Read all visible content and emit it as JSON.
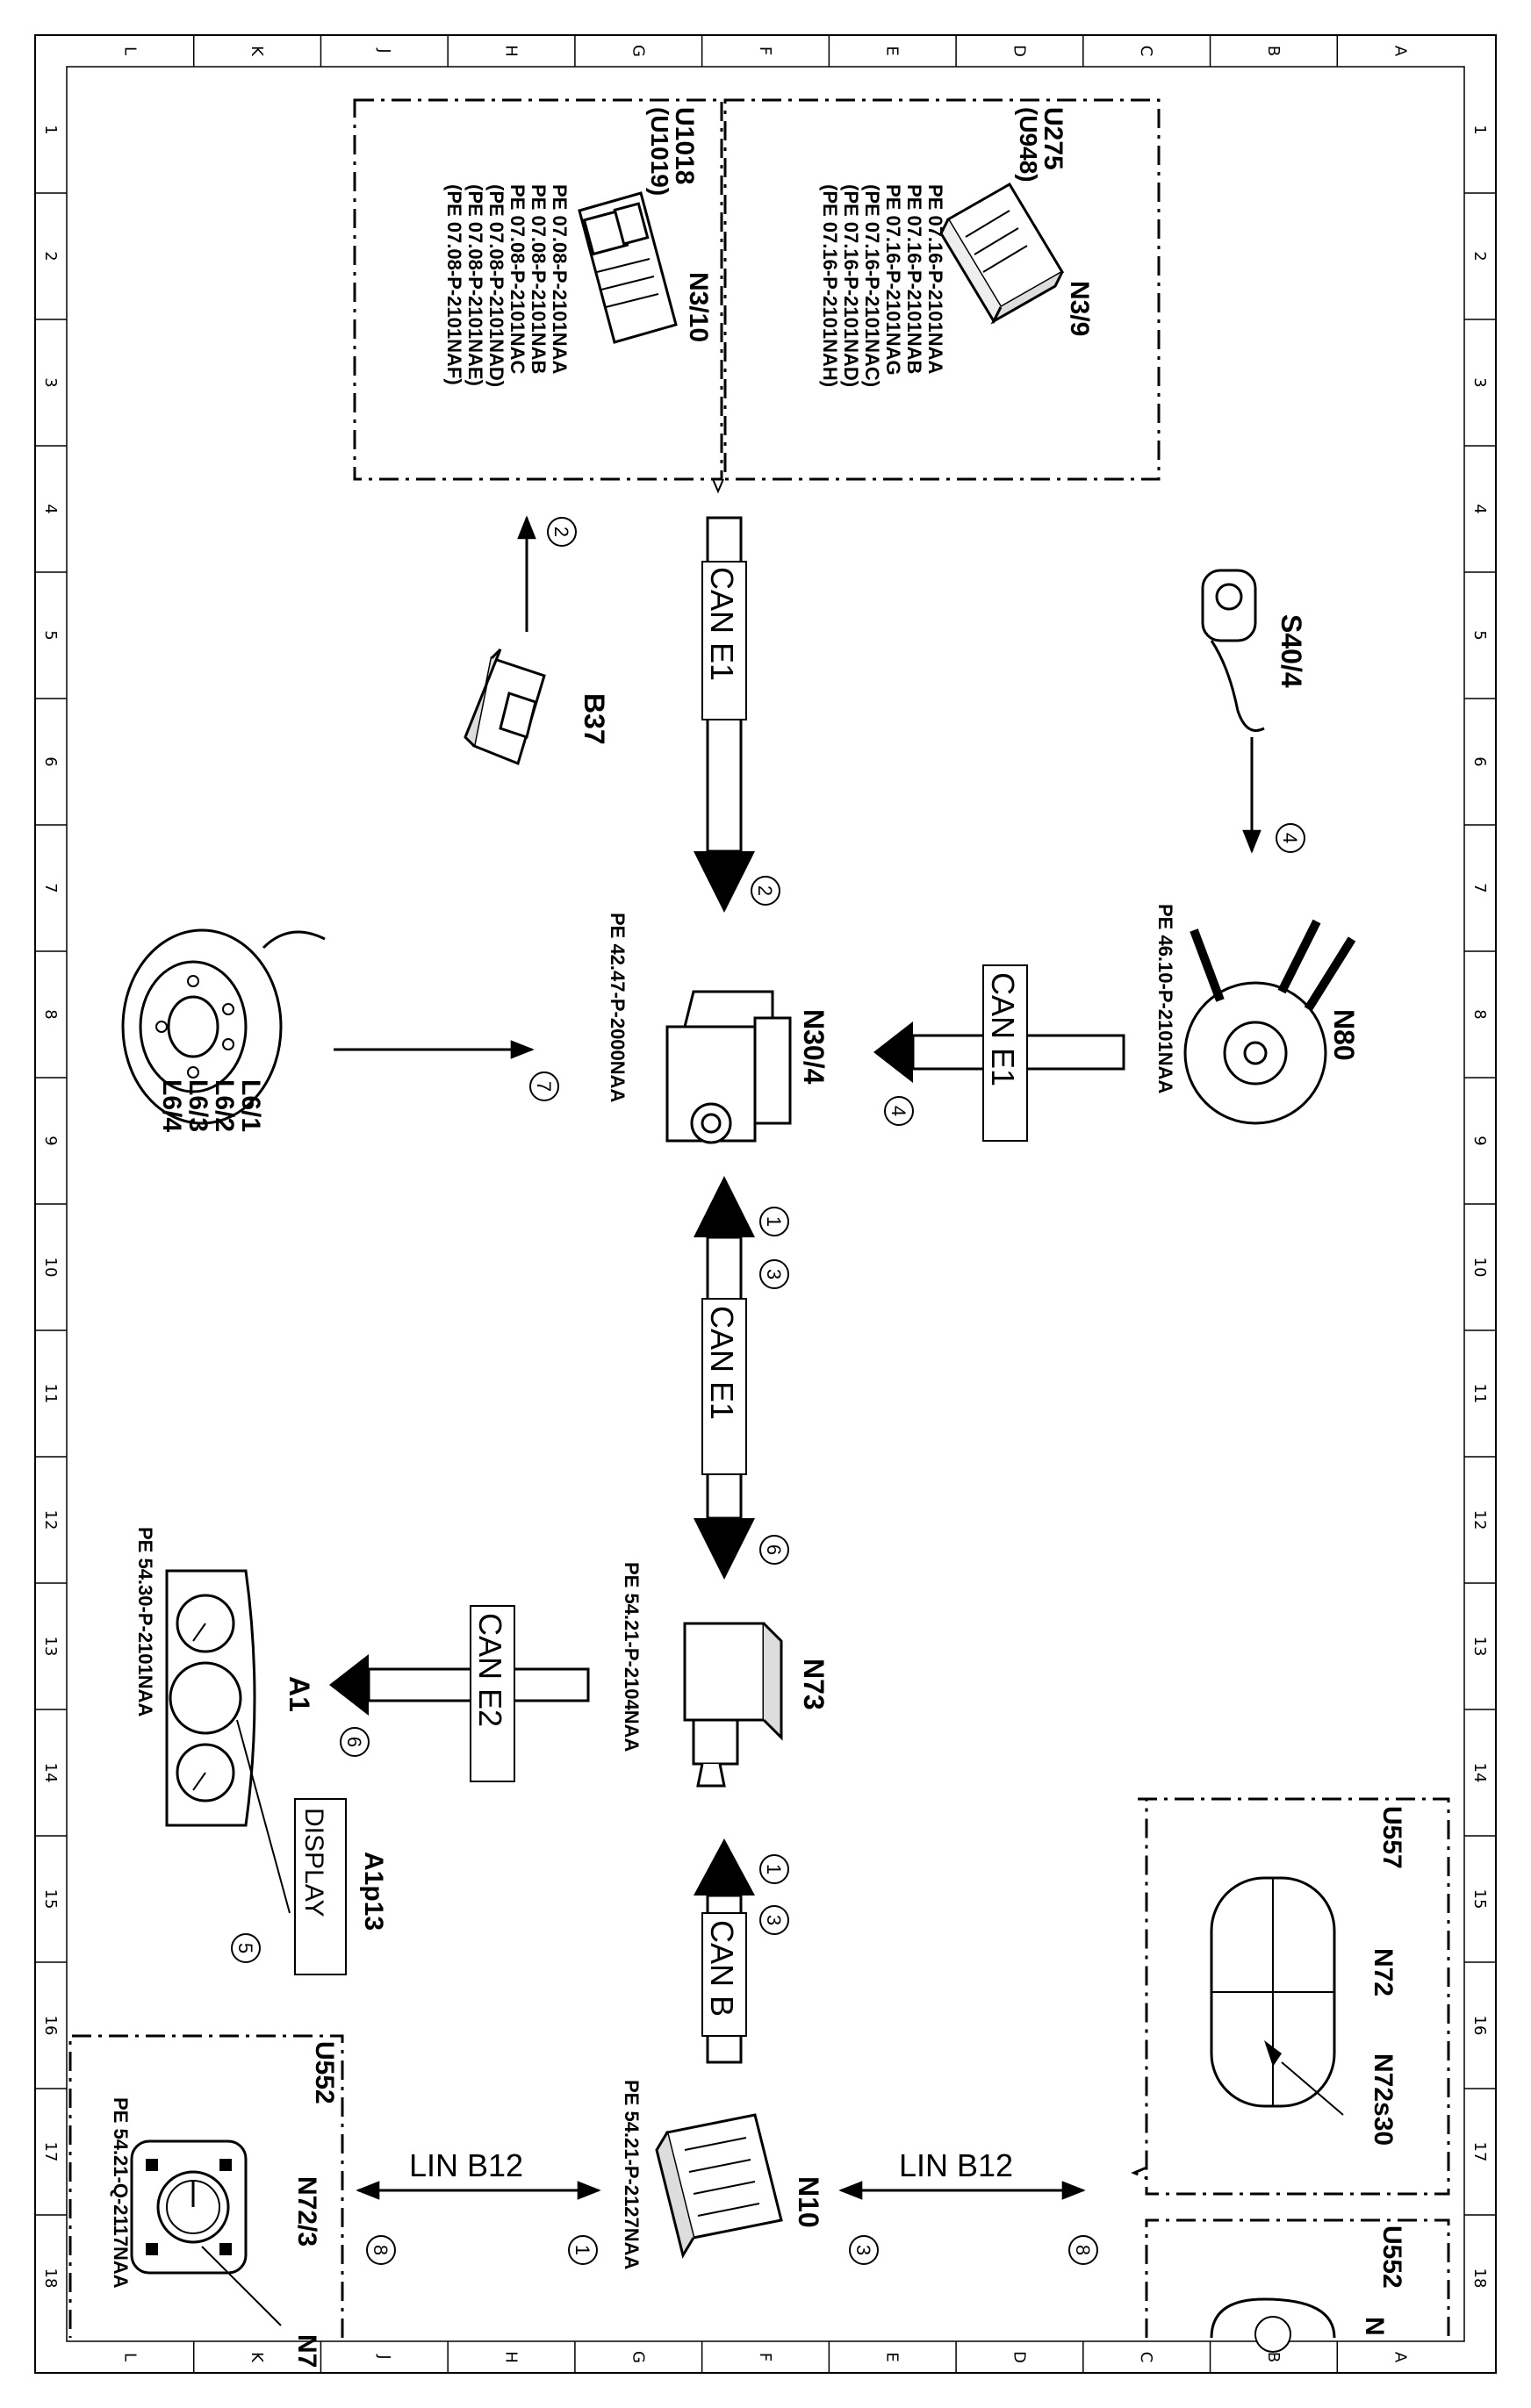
{
  "grid": {
    "columns": [
      "L",
      "K",
      "J",
      "H",
      "G",
      "F",
      "E",
      "D",
      "C",
      "B",
      "A"
    ],
    "rows": [
      "1",
      "2",
      "3",
      "4",
      "5",
      "6",
      "7",
      "8",
      "9",
      "10",
      "11",
      "12",
      "13",
      "14",
      "15",
      "16",
      "17",
      "18"
    ]
  },
  "groups": {
    "u275": {
      "title": "U275",
      "alt": "(U948)",
      "component": "N3/9",
      "refs": [
        "PE 07.16-P-2101NAA",
        "PE 07.16-P-2101NAB",
        "PE 07.16-P-2101NAG",
        "(PE 07.16-P-2101NAC)",
        "(PE 07.16-P-2101NAD)",
        "(PE 07.16-P-2101NAH)"
      ]
    },
    "u1018": {
      "title": "U1018",
      "alt": "(U1019)",
      "component": "N3/10",
      "refs": [
        "PE 07.08-P-2101NAA",
        "PE 07.08-P-2101NAB",
        "PE 07.08-P-2101NAC",
        "(PE 07.08-P-2101NAD)",
        "(PE 07.08-P-2101NAE)",
        "(PE 07.08-P-2101NAF)"
      ]
    },
    "u557": {
      "title": "U557",
      "component": "N72",
      "switch": "N72s30"
    },
    "u552_left": {
      "title": "U552",
      "component": "N72/3",
      "ref": "PE 54.21-Q-2117NAA",
      "cutoff": "N7"
    },
    "u552_right": {
      "title": "U552",
      "cutoff": "N"
    }
  },
  "components": {
    "s40_4": "S40/4",
    "b37": "B37",
    "n80": {
      "name": "N80",
      "ref": "PE 46.10-P-2101NAA"
    },
    "n30_4": {
      "name": "N30/4",
      "ref": "PE 42.47-P-2000NAA"
    },
    "l6": [
      "L6/1",
      "L6/2",
      "L6/3",
      "L6/4"
    ],
    "n73": {
      "name": "N73",
      "ref": "PE 54.21-P-2104NAA"
    },
    "a1": {
      "name": "A1",
      "ref": "PE 54.30-P-2101NAA"
    },
    "a1p13": {
      "name": "A1p13",
      "display_text": "DISPLAY"
    },
    "n10": {
      "name": "N10",
      "ref": "PE 54.21-P-2127NAA"
    }
  },
  "buses": {
    "can_e1": "CAN E1",
    "can_e2": "CAN E2",
    "can_b": "CAN B",
    "lin_b12": "LIN B12"
  },
  "signals": {
    "s1": "1",
    "s2": "2",
    "s3": "3",
    "s4": "4",
    "s5": "5",
    "s6": "6",
    "s7": "7",
    "s8": "8"
  }
}
